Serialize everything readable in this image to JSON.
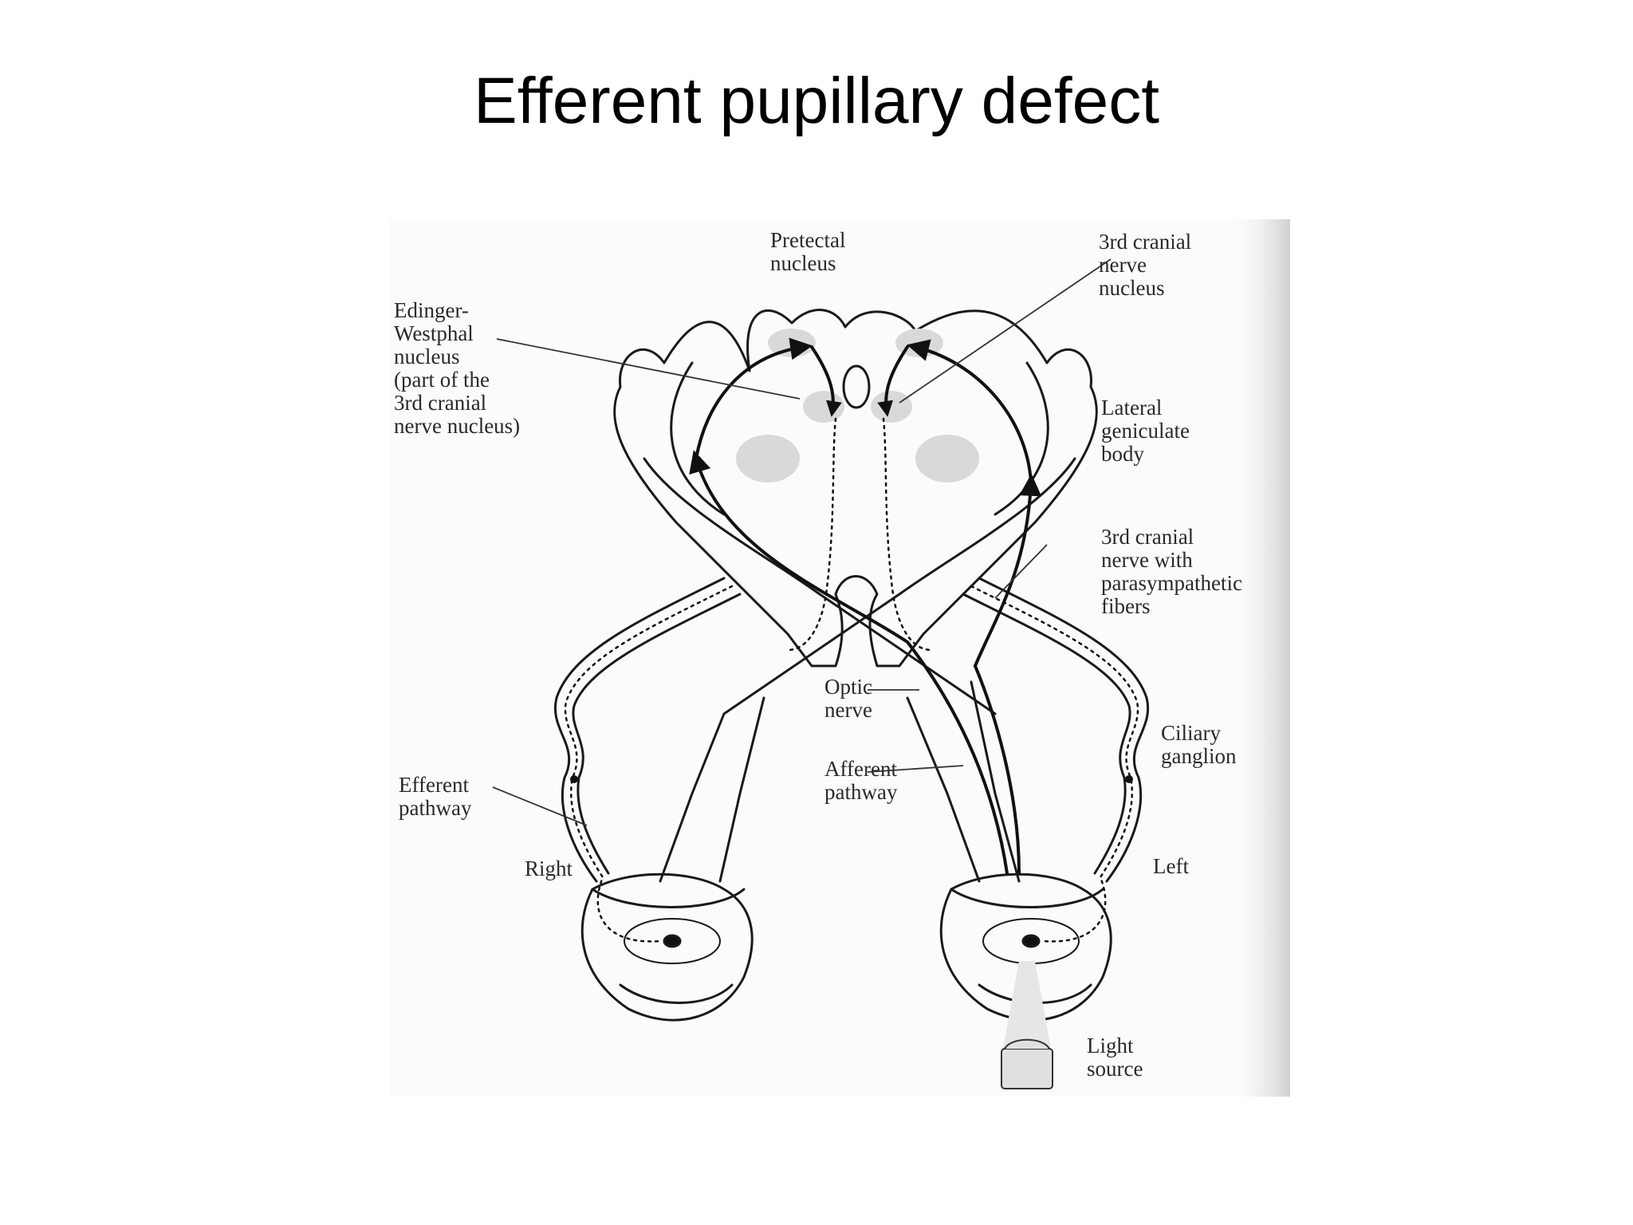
{
  "slide": {
    "title": "Efferent pupillary defect"
  },
  "labels": {
    "pretectal": "Pretectal\nnucleus",
    "third_nucleus": "3rd cranial\nnerve\nnucleus",
    "edinger": "Edinger-\nWestphal\nnucleus\n(part of the\n3rd cranial\nnerve nucleus)",
    "lgb": "Lateral\ngeniculate\nbody",
    "third_nerve": "3rd cranial\nnerve with\nparasympathetic\nfibers",
    "optic_nerve": "Optic\nnerve",
    "ciliary": "Ciliary\nganglion",
    "afferent": "Afferent\npathway",
    "efferent": "Efferent\npathway",
    "right": "Right",
    "left": "Left",
    "light": "Light\nsource"
  }
}
